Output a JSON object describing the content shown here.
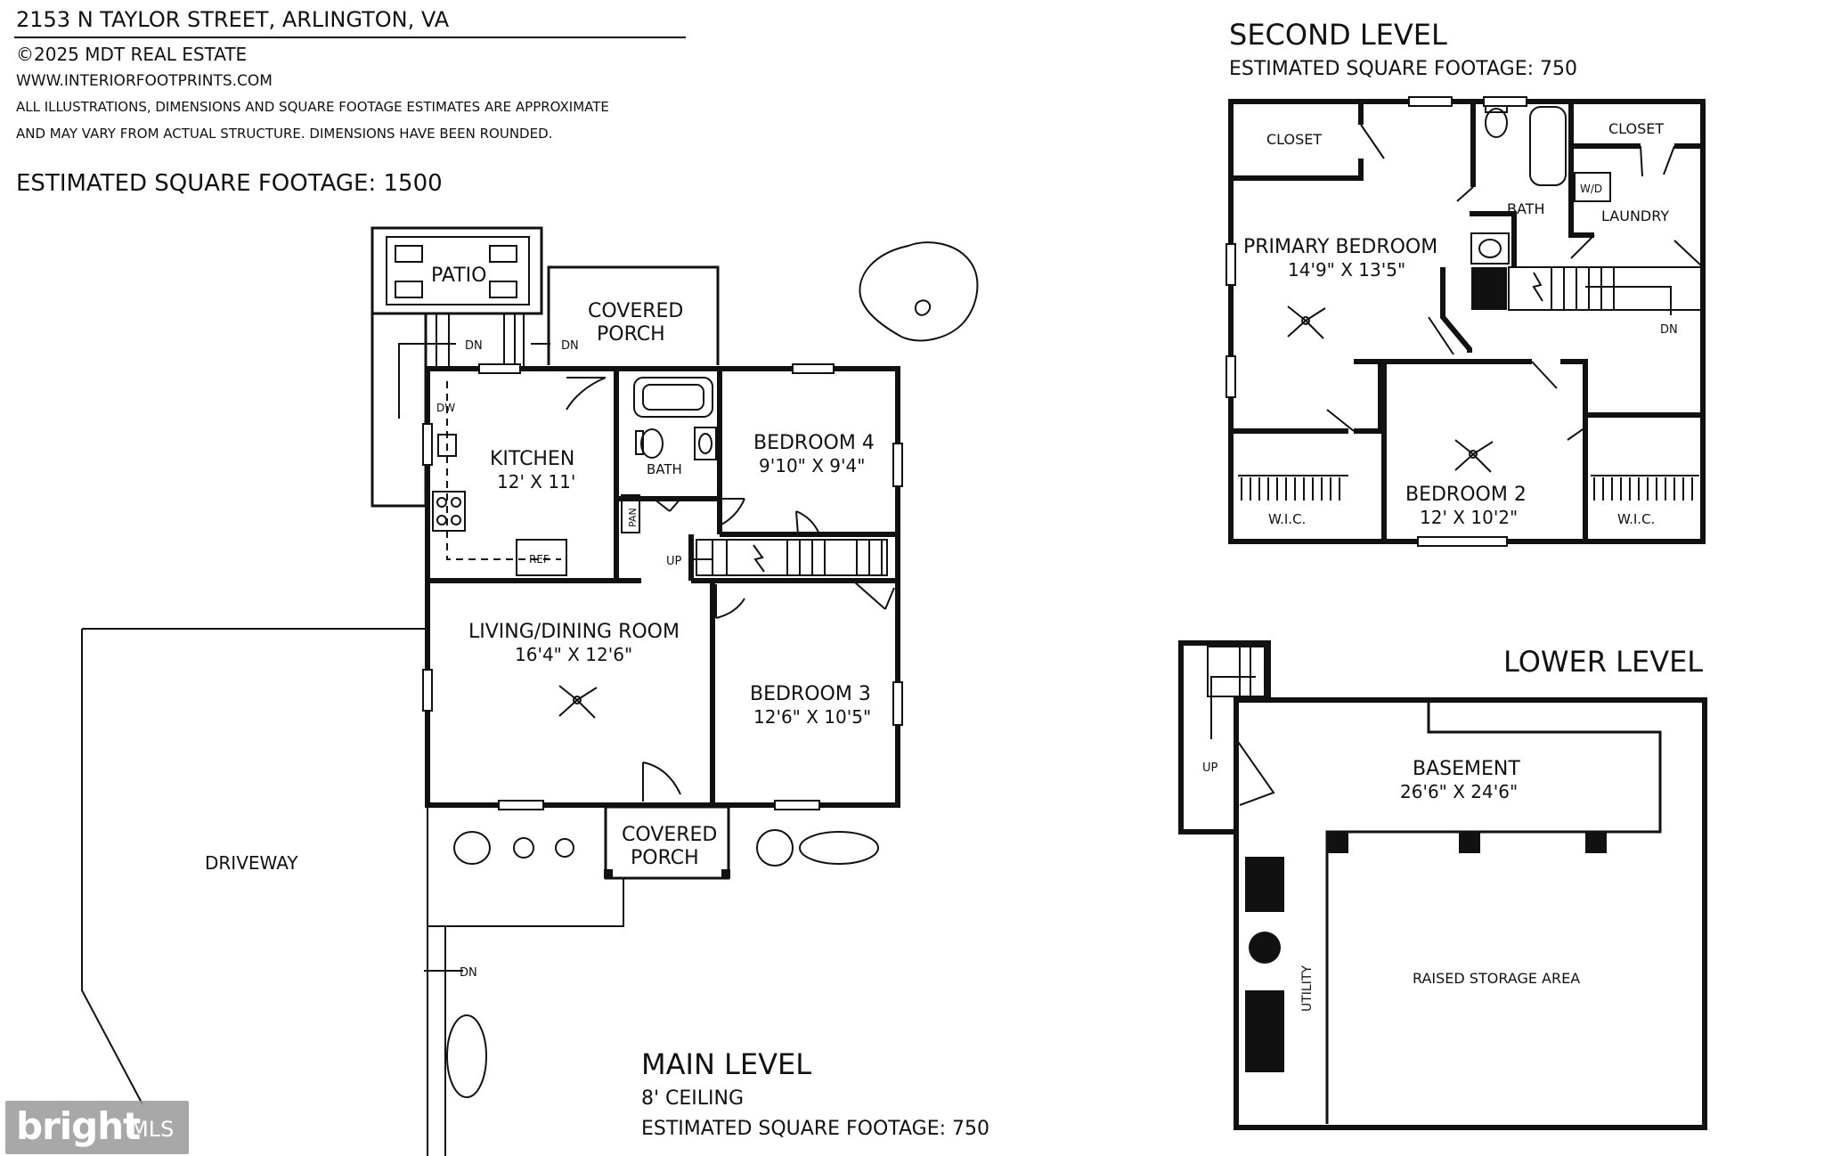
{
  "header": {
    "address": "2153 N TAYLOR STREET, ARLINGTON, VA",
    "copyright": "©2025 MDT REAL ESTATE",
    "website": "WWW.INTERIORFOOTPRINTS.COM",
    "disclaimer_line1": "ALL ILLUSTRATIONS, DIMENSIONS AND SQUARE FOOTAGE ESTIMATES ARE APPROXIMATE",
    "disclaimer_line2": "AND MAY VARY FROM ACTUAL STRUCTURE. DIMENSIONS HAVE BEEN ROUNDED.",
    "total_sqft": "ESTIMATED SQUARE FOOTAGE: 1500"
  },
  "main_level": {
    "title": "MAIN LEVEL",
    "ceiling": "8' CEILING",
    "sqft": "ESTIMATED SQUARE FOOTAGE: 750",
    "patio": "PATIO",
    "covered_porch_back_1": "COVERED",
    "covered_porch_back_2": "PORCH",
    "covered_porch_front_1": "COVERED",
    "covered_porch_front_2": "PORCH",
    "dn_1": "DN",
    "dn_2": "DN",
    "dn_3": "DN",
    "up": "UP",
    "dw": "DW",
    "ref": "REF",
    "pan": "PAN",
    "bath": "BATH",
    "kitchen_name": "KITCHEN",
    "kitchen_dim": "12' X 11'",
    "bedroom4_name": "BEDROOM 4",
    "bedroom4_dim": "9'10\" X 9'4\"",
    "living_name": "LIVING/DINING ROOM",
    "living_dim": "16'4\" X 12'6\"",
    "bedroom3_name": "BEDROOM 3",
    "bedroom3_dim": "12'6\" X 10'5\"",
    "driveway": "DRIVEWAY"
  },
  "second_level": {
    "title": "SECOND LEVEL",
    "sqft": "ESTIMATED SQUARE FOOTAGE: 750",
    "closet_left": "CLOSET",
    "closet_right": "CLOSET",
    "bath": "BATH",
    "wd": "W/D",
    "laundry": "LAUNDRY",
    "primary_name": "PRIMARY BEDROOM",
    "primary_dim": "14'9\" X 13'5\"",
    "dn": "DN",
    "bedroom2_name": "BEDROOM 2",
    "bedroom2_dim": "12' X 10'2\"",
    "wic_left": "W.I.C.",
    "wic_right": "W.I.C."
  },
  "lower_level": {
    "title": "LOWER LEVEL",
    "basement_name": "BASEMENT",
    "basement_dim": "26'6\" X 24'6\"",
    "up": "UP",
    "utility": "UTILITY",
    "raised_storage": "RAISED STORAGE AREA"
  },
  "badge": {
    "brand": "bright",
    "suffix": "MLS"
  }
}
